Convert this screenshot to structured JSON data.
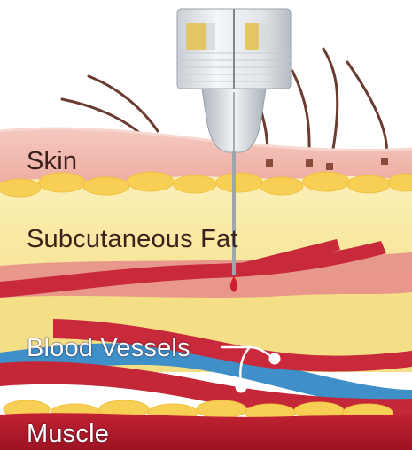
{
  "labels": {
    "skin": "Skin",
    "fat": "Subcutaneous Fat",
    "vessels": "Blood Vessels",
    "muscle": "Muscle"
  },
  "colors": {
    "skin": "#efb3a8",
    "fat": "#f6e79a",
    "fat_lobule": "#f9d35a",
    "vessel_red": "#c82a3c",
    "vessel_blue": "#3f8fc8",
    "muscle": "#b61b2a",
    "needle_body": "#e3e8ec"
  }
}
